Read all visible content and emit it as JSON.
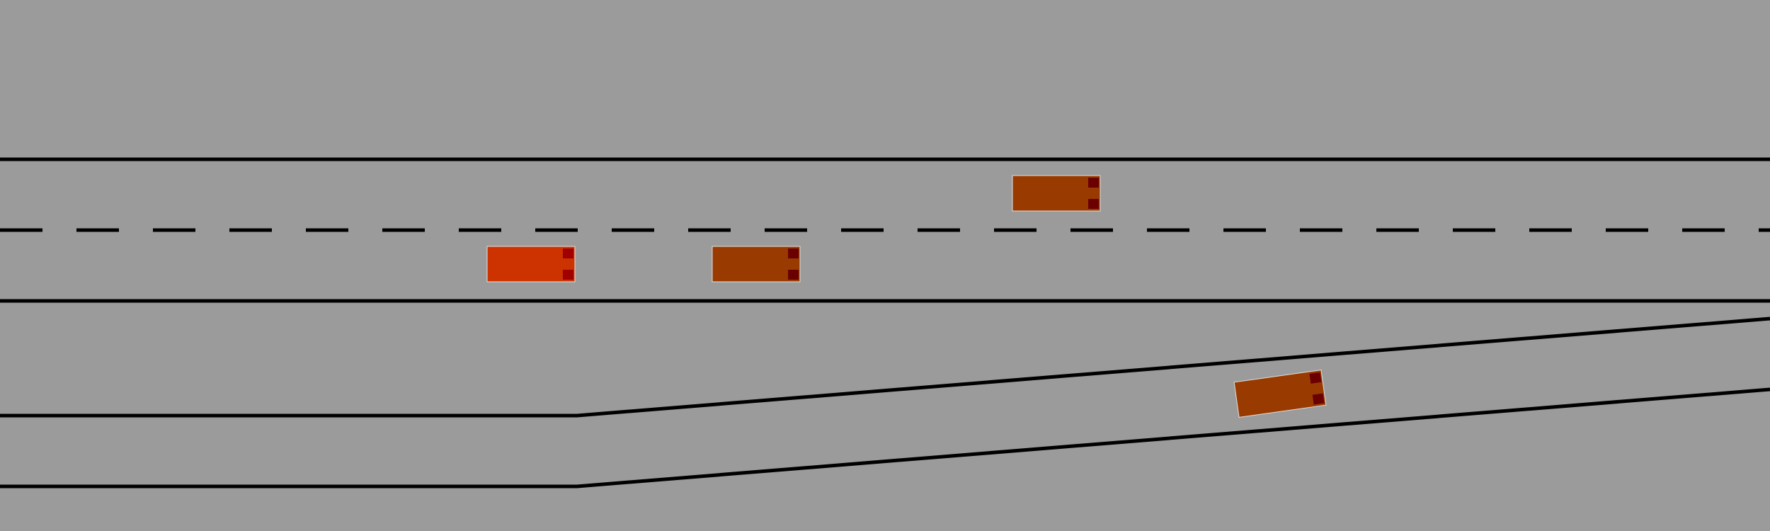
{
  "scene": {
    "colors": {
      "ground": "#9b9b9b",
      "lane_marking": "#000000",
      "ego_vehicle": "#cc3300",
      "ego_lights": "#a00000",
      "other_vehicle": "#993a00",
      "other_lights": "#6a0000",
      "vehicle_outline": "#e0e0e0"
    },
    "roads": [
      {
        "type": "highway",
        "lanes": 2
      },
      {
        "type": "merge-ramp",
        "lanes": 1
      }
    ],
    "vehicles": [
      {
        "role": "ego",
        "icon": "ego-car-icon"
      },
      {
        "role": "other",
        "icon": "car-icon"
      },
      {
        "role": "other",
        "icon": "car-icon"
      },
      {
        "role": "other",
        "icon": "car-icon"
      }
    ]
  }
}
